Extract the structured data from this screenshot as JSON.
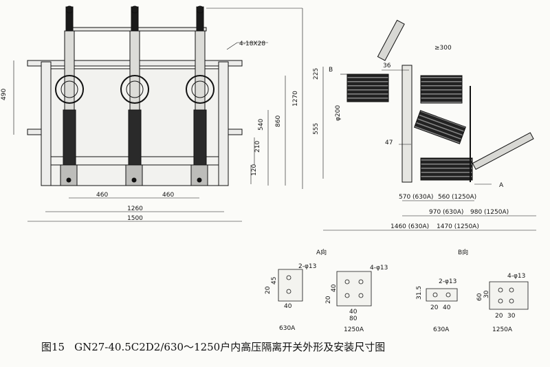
{
  "caption": {
    "figure_no": "图15",
    "text": "GN27-40.5C2D2/630～1250户内高压隔离开关外形及安装尺寸图"
  },
  "front_view": {
    "hole_note": "4-18X28",
    "left_dim_height": "490",
    "right_dims": [
      "1270",
      "860",
      "540",
      "210",
      "120"
    ],
    "bottom_spacing": [
      "460",
      "460"
    ],
    "overall_mid": "1260",
    "overall_total": "1500"
  },
  "side_view": {
    "view_b_label": "B",
    "view_a_label": "A",
    "left_dims": [
      "225",
      "555"
    ],
    "diameter": "φ200",
    "top_dims": [
      "36",
      "≥300"
    ],
    "offset_47": "47",
    "width_row1": [
      "570 (630A)",
      "560 (1250A)"
    ],
    "width_row2": [
      "970 (630A)",
      "980 (1250A)"
    ],
    "width_row3": [
      "1460 (630A)",
      "1470 (1250A)"
    ]
  },
  "details": {
    "a_title": "A向",
    "b_title": "B向",
    "a_630": {
      "holes": "2-φ13",
      "dims": [
        "20",
        "45",
        "40"
      ],
      "label": "630A"
    },
    "a_1250": {
      "holes": "4-φ13",
      "dims": [
        "20",
        "40",
        "40",
        "80"
      ],
      "label": "1250A"
    },
    "b_630": {
      "holes": "2-φ13",
      "dims": [
        "31.5",
        "20",
        "40"
      ],
      "label": "630A"
    },
    "b_1250": {
      "holes": "4-φ13",
      "dims": [
        "60",
        "30",
        "20",
        "30"
      ],
      "label": "1250A"
    }
  }
}
